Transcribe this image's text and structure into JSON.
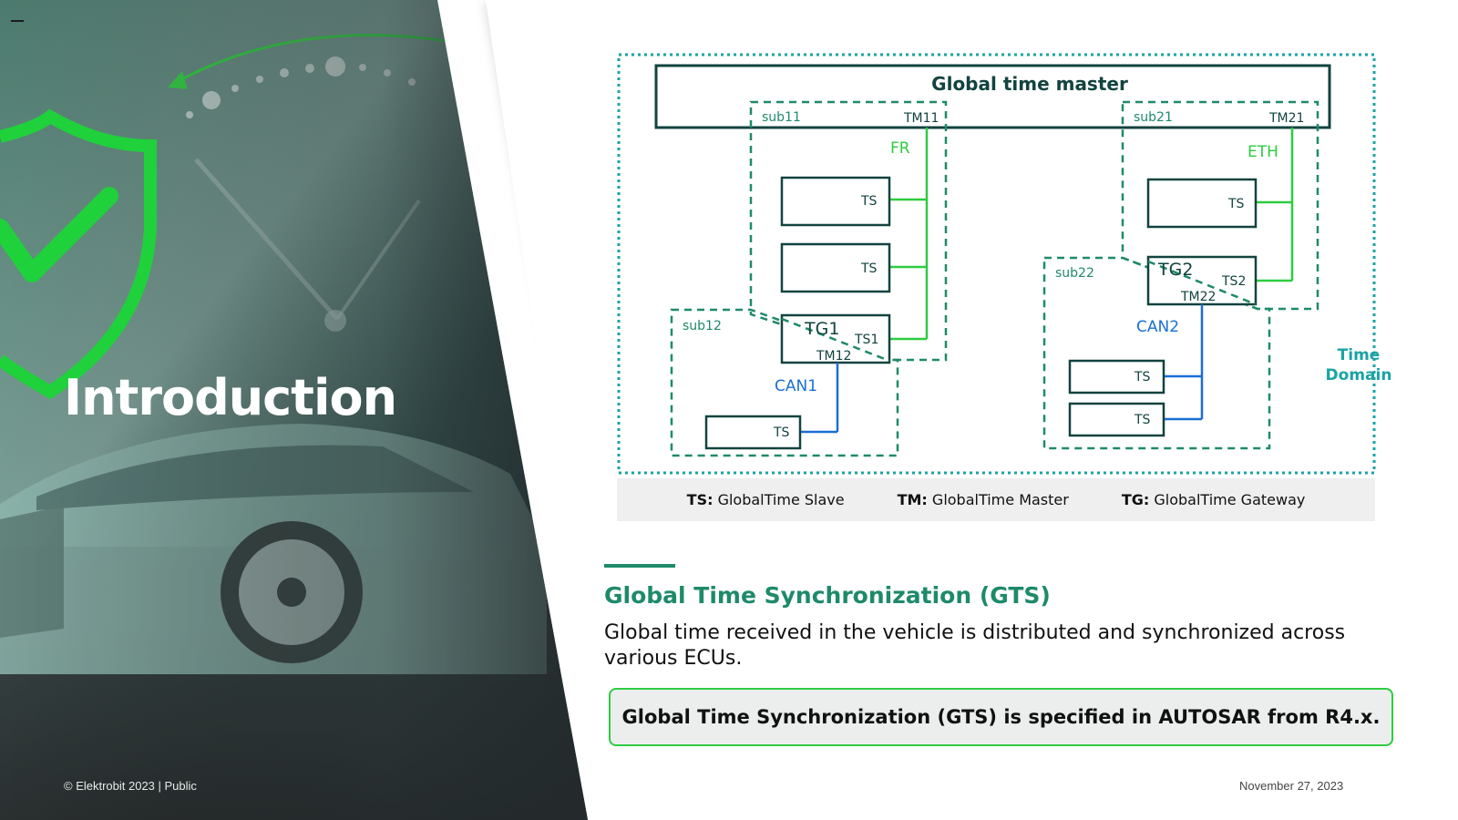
{
  "slide": {
    "title": "Introduction",
    "footer_left": "© Elektrobit 2023 | Public",
    "footer_right": "November 27, 2023"
  },
  "diagram": {
    "master_label": "Global time master",
    "time_domain_line1": "Time",
    "time_domain_line2": "Domain",
    "subdomains": [
      "sub11",
      "sub12",
      "sub21",
      "sub22"
    ],
    "ports": [
      "TM11",
      "TM12",
      "TM21",
      "TM22",
      "TS1",
      "TS2"
    ],
    "gateways": [
      "TG1",
      "TG2"
    ],
    "buses": [
      "FR",
      "CAN1",
      "ETH",
      "CAN2"
    ],
    "slave_label": "TS",
    "colors": {
      "domain_border": "#1aa3a3",
      "box_border": "#12433f",
      "flexray": "#2ecc40",
      "can": "#1a6fd6",
      "subdomain": "#1e8a6a"
    }
  },
  "legend": [
    {
      "key": "TS:",
      "text": " GlobalTime Slave"
    },
    {
      "key": "TM:",
      "text": " GlobalTime Master"
    },
    {
      "key": "TG:",
      "text": " GlobalTime Gateway"
    }
  ],
  "section": {
    "title": "Global Time Synchronization (GTS)",
    "body": "Global time received in the vehicle is distributed and synchronized across various ECUs.",
    "callout": "Global Time Synchronization (GTS) is specified in AUTOSAR from R4.x."
  }
}
